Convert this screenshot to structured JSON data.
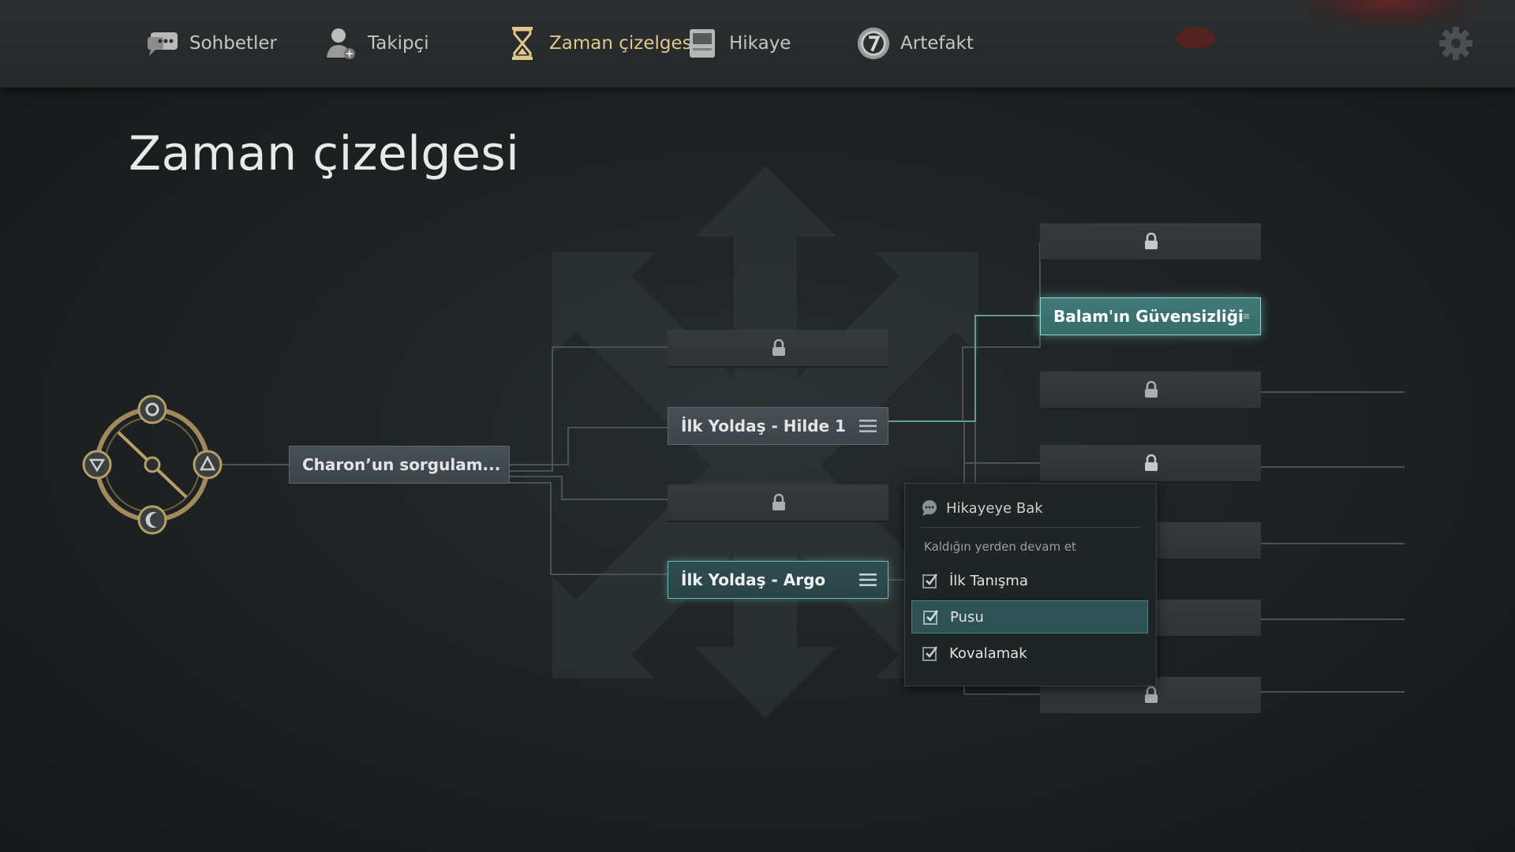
{
  "nav": {
    "items": [
      {
        "label": "Sohbetler",
        "icon": "chat-icon"
      },
      {
        "label": "Takipçi",
        "icon": "follower-icon"
      },
      {
        "label": "Zaman çizelgesi",
        "icon": "hourglass-icon",
        "active": true
      },
      {
        "label": "Hikaye",
        "icon": "book-icon"
      },
      {
        "label": "Artefakt",
        "icon": "artifact-coin-icon"
      }
    ],
    "settings_icon": "gear-icon"
  },
  "page": {
    "title": "Zaman çizelgesi"
  },
  "timeline": {
    "root": {
      "label": "Charon’un sorgulam...",
      "state": "unlocked"
    },
    "branch_nodes": [
      {
        "label": "",
        "state": "locked"
      },
      {
        "label": "İlk Yoldaş - Hilde 1",
        "state": "unlocked"
      },
      {
        "label": "",
        "state": "locked"
      },
      {
        "label": "İlk Yoldaş - Argo",
        "state": "current"
      }
    ],
    "leaf_nodes": [
      {
        "label": "",
        "state": "locked"
      },
      {
        "label": "Balam'ın Güvensizliği",
        "state": "highlighted"
      },
      {
        "label": "",
        "state": "locked"
      },
      {
        "label": "",
        "state": "locked"
      },
      {
        "label": "",
        "state": "locked"
      }
    ]
  },
  "context_menu": {
    "title": "Hikayeye Bak",
    "subtitle": "Kaldığın yerden devam et",
    "items": [
      {
        "label": "İlk Tanışma",
        "checked": true
      },
      {
        "label": "Pusu",
        "checked": true,
        "selected": true
      },
      {
        "label": "Kovalamak",
        "checked": true
      }
    ]
  },
  "colors": {
    "accent_gold": "#e2c78a",
    "teal": "#6fb8b3",
    "background": "#1c2021"
  }
}
